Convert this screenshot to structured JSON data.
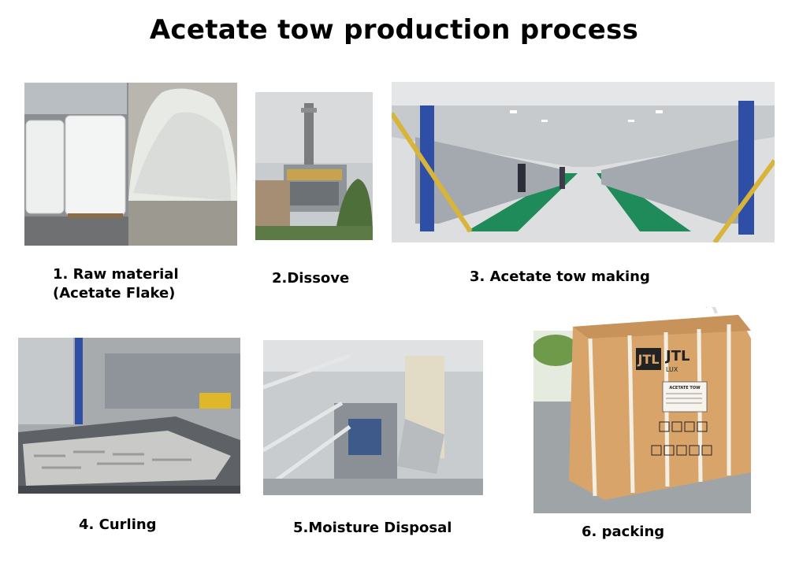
{
  "title": "Acetate tow production process",
  "steps": [
    {
      "caption_line1": "1. Raw material",
      "caption_line2": "(Acetate Flake)",
      "photo": "raw-material-photo"
    },
    {
      "caption_line1": "2.Dissove",
      "photo": "dissolve-plant-photo"
    },
    {
      "caption_line1": "3. Acetate tow making",
      "photo": "spinning-hall-photo"
    },
    {
      "caption_line1": "4. Curling",
      "photo": "curling-machine-photo"
    },
    {
      "caption_line1": "5.Moisture Disposal",
      "photo": "moisture-disposal-photo"
    },
    {
      "caption_line1": "6. packing",
      "photo": "packing-bale-photo"
    }
  ],
  "bale": {
    "logo_mark": "JTL",
    "logo_text": "JTL",
    "logo_sub": "LUX",
    "label_title": "ACETATE TOW"
  },
  "colors": {
    "bale": "#d9a46a",
    "floor_green": "#1f8a5a",
    "pillar_blue": "#2f4fa6",
    "rail_yellow": "#d8b43a"
  }
}
